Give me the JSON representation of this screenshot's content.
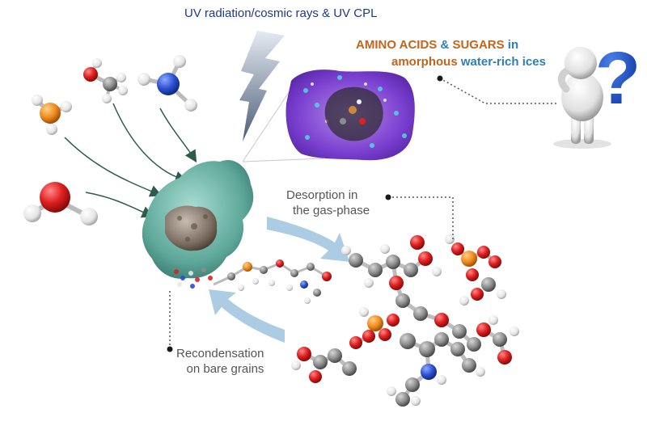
{
  "labels": {
    "uv": "UV radiation/cosmic rays & UV CPL",
    "title_part1": "AMINO ACIDS",
    "title_amp": " & ",
    "title_part2": "SUGARS",
    "title_in": " in",
    "title_line2a": "amorphous",
    "title_line2b": " water-rich ices",
    "desorption_1": "Desorption in",
    "desorption_2": "the gas-phase",
    "recond_1": "Recondensation",
    "recond_2": "on bare grains",
    "question_mark": "?"
  },
  "colors": {
    "uv_text": "#1d3a8a",
    "brown": "#c0651b",
    "blue": "#2e7fb8",
    "carbon": "#8c8c8c",
    "oxygen": "#e02020",
    "nitrogen": "#2a4fd0",
    "phosphorus": "#f08a1c",
    "hydrogen": "#f2f2f2",
    "grain": "#6fb5a8",
    "arrow": "#9ec3df"
  },
  "icons": [
    "water-molecule-icon",
    "methanol-molecule-icon",
    "ammonia-molecule-icon",
    "phosphine-molecule-icon",
    "lightning-icon",
    "ice-mantle-closeup-icon",
    "dust-grain-icon",
    "question-figure-icon"
  ]
}
